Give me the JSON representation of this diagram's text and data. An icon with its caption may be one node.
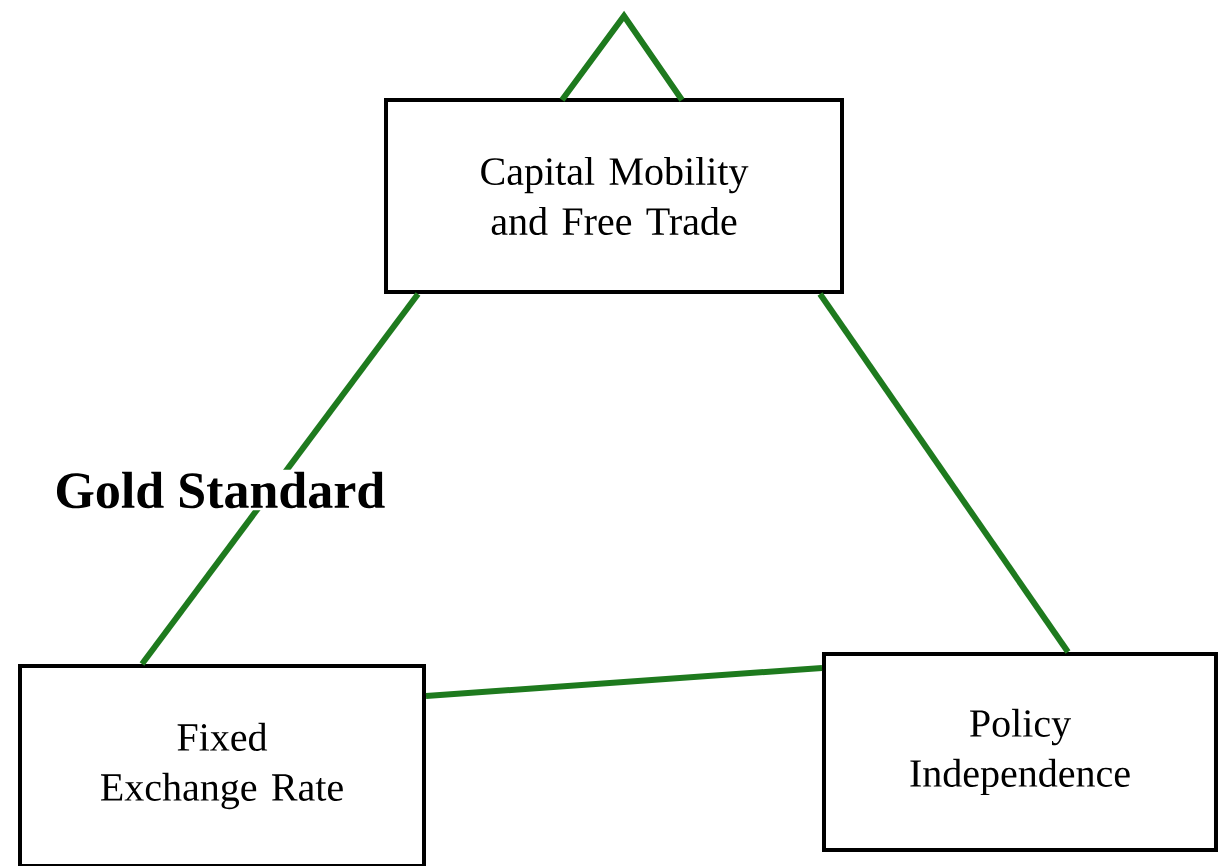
{
  "diagram": {
    "nodes": [
      {
        "text": [
          "Capital Mobility and Free Trade"
        ]
      },
      {
        "text": [
          "Fixed Exchange Rate"
        ]
      },
      {
        "text": [
          "Policy Independence"
        ]
      }
    ],
    "edges": [
      {
        "from": 0,
        "to": 1,
        "arrow": "none"
      },
      {
        "from": 0,
        "to": 2,
        "arrow": "none"
      },
      {
        "from": 1,
        "to": 2,
        "arrow": "none"
      }
    ],
    "labels": [
      "Gold Standard"
    ]
  }
}
